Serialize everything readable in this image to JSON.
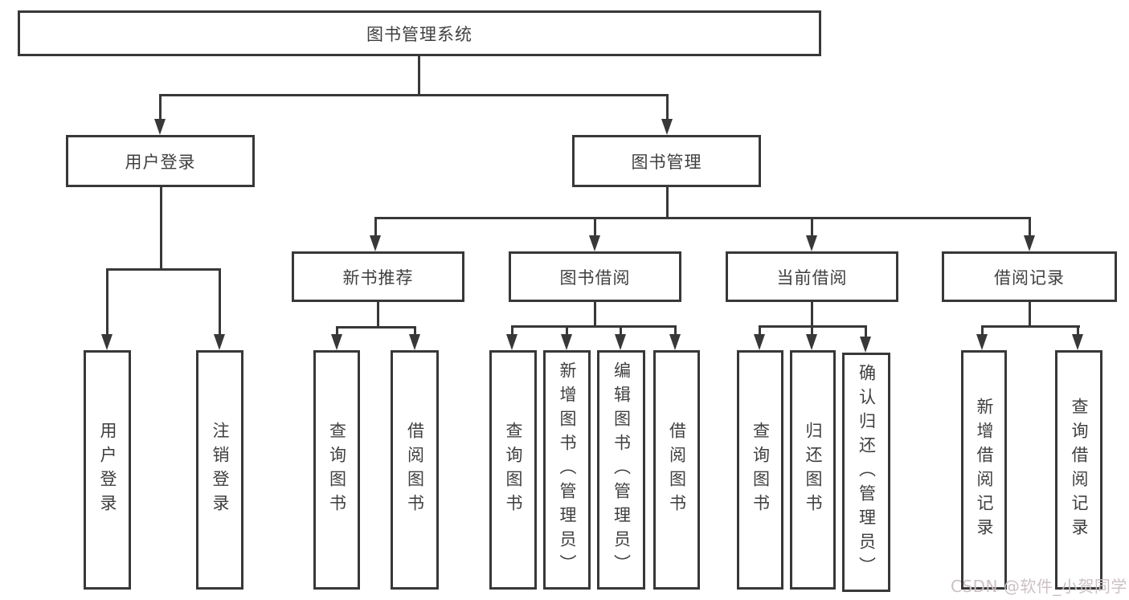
{
  "colors": {
    "line": "#383838",
    "text": "#3f3f3f",
    "watermark_text": "#ccc0c6",
    "background": "#ffffff"
  },
  "diagram": {
    "root": {
      "label": "图书管理系统"
    },
    "level2": [
      {
        "label": "用户登录"
      },
      {
        "label": "图书管理"
      }
    ],
    "level3": [
      {
        "label": "新书推荐",
        "parent": "图书管理"
      },
      {
        "label": "图书借阅",
        "parent": "图书管理"
      },
      {
        "label": "当前借阅",
        "parent": "图书管理"
      },
      {
        "label": "借阅记录",
        "parent": "图书管理"
      }
    ],
    "leaves": [
      {
        "parent": "用户登录",
        "label": "用户登录"
      },
      {
        "parent": "用户登录",
        "label": "注销登录"
      },
      {
        "parent": "新书推荐",
        "label": "查询图书"
      },
      {
        "parent": "新书推荐",
        "label": "借阅图书"
      },
      {
        "parent": "图书借阅",
        "label": "查询图书"
      },
      {
        "parent": "图书借阅",
        "label": "新增图书（管理员）"
      },
      {
        "parent": "图书借阅",
        "label": "编辑图书（管理员）"
      },
      {
        "parent": "图书借阅",
        "label": "借阅图书"
      },
      {
        "parent": "当前借阅",
        "label": "查询图书"
      },
      {
        "parent": "当前借阅",
        "label": "归还图书"
      },
      {
        "parent": "当前借阅",
        "label": "确认归还（管理员）"
      },
      {
        "parent": "借阅记录",
        "label": "新增借阅记录"
      },
      {
        "parent": "借阅记录",
        "label": "查询借阅记录"
      }
    ]
  },
  "watermark": {
    "text": "CSDN @软件_小贺同学"
  }
}
